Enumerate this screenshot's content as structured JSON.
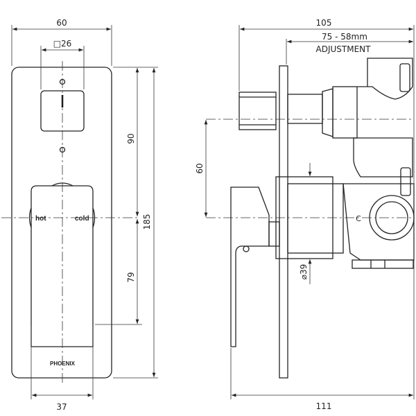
{
  "front_view": {
    "width_overall": "60",
    "knob_size": "□26",
    "handle_width": "37",
    "height_overall": "185",
    "knob_to_center": "90",
    "center_to_handle_bottom": "79",
    "label_hot": "hot",
    "label_cold": "cold",
    "brand": "PHOENIX"
  },
  "side_view": {
    "depth_overall": "105",
    "adjustment_range": "75 - 58mm",
    "adjustment_label": "ADJUSTMENT",
    "axis_spacing": "60",
    "diameter": "⌀39",
    "total_depth": "111",
    "port_mark": "C"
  }
}
